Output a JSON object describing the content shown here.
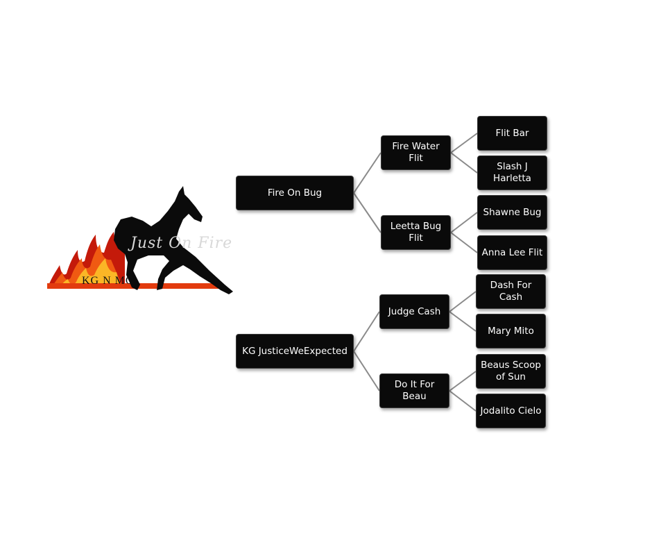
{
  "logo": {
    "script_text": "Just On Fire",
    "initials": "KG N MC",
    "colors": {
      "flame_outer": "#c41a0a",
      "flame_mid": "#f05a12",
      "flame_inner": "#fbb626",
      "horse": "#0b0b0b"
    }
  },
  "pedigree": {
    "sire": {
      "name": "Fire On Bug",
      "sire": {
        "name": "Fire Water Flit",
        "sire": "Flit Bar",
        "dam": "Slash J Harletta"
      },
      "dam": {
        "name": "Leetta Bug Flit",
        "sire": "Shawne Bug",
        "dam": "Anna Lee Flit"
      }
    },
    "dam": {
      "name": "KG JusticeWeExpected",
      "sire": {
        "name": "Judge Cash",
        "sire": "Dash For Cash",
        "dam": "Mary Mito"
      },
      "dam": {
        "name": "Do It For Beau",
        "sire": "Beaus Scoop of Sun",
        "dam": "Jodalito Cielo"
      }
    }
  },
  "colors": {
    "box_fill": "#0a0a0a",
    "box_text": "#ffffff",
    "connector": "#8a8a8a",
    "background": "#ffffff"
  }
}
